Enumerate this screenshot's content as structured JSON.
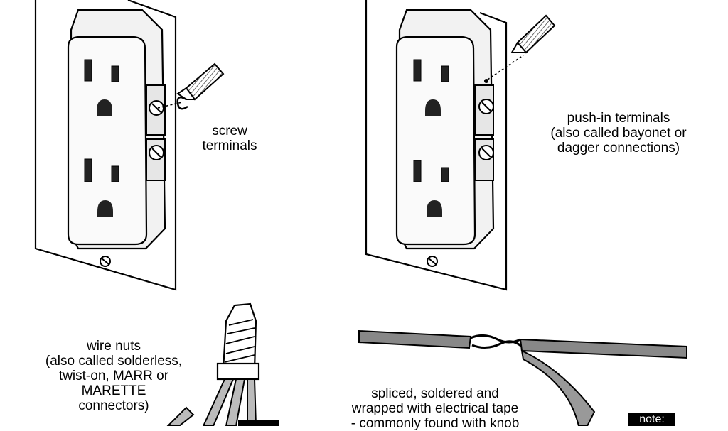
{
  "labels": {
    "screw": [
      "screw",
      "terminals"
    ],
    "pushin": [
      "push-in terminals",
      "(also called bayonet or",
      "dagger connections)"
    ],
    "wirenuts": [
      "wire nuts",
      "(also called solderless,",
      "twist-on, MARR or",
      "MARETTE",
      "connectors)"
    ],
    "spliced": [
      "spliced, soldered and",
      "wrapped with electrical tape",
      "- commonly found with knob"
    ],
    "note": "note:"
  }
}
